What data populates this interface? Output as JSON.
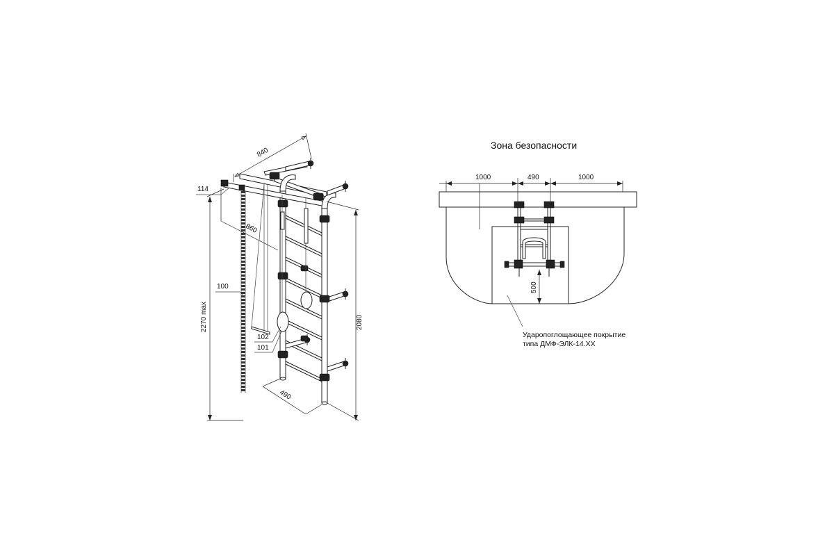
{
  "left_drawing": {
    "dim_top_width": "840",
    "dim_bar_depth": "860",
    "dim_total_height": "2270 max",
    "dim_ladder_height": "2080",
    "dim_bottom_width": "490",
    "callouts": [
      "114",
      "100",
      "102",
      "101"
    ]
  },
  "right_drawing": {
    "title": "Зона безопасности",
    "dim_left_zone": "1000",
    "dim_center_width": "490",
    "dim_right_zone": "1000",
    "dim_front_depth": "500",
    "note_line1": "Ударопоглощающее покрытие",
    "note_line2": "типа ДМФ-ЭЛК-14.ХХ"
  }
}
